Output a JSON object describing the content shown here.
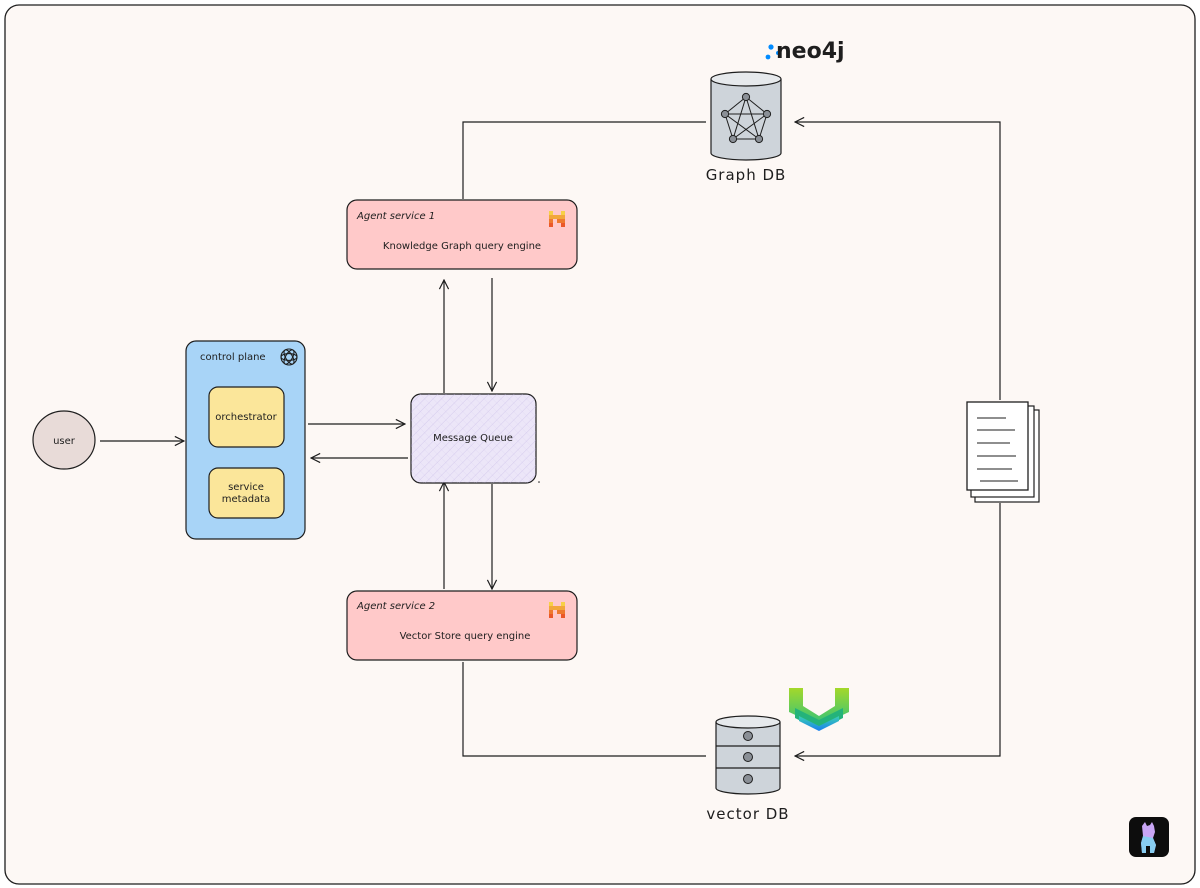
{
  "labels": {
    "user": "user",
    "control_plane": "control plane",
    "orchestrator": "orchestrator",
    "service_metadata_line1": "service",
    "service_metadata_line2": "metadata",
    "message_queue": "Message Queue",
    "agent1_title": "Agent service 1",
    "agent1_subtitle": "Knowledge Graph query engine",
    "agent2_title": "Agent service 2",
    "agent2_subtitle": "Vector Store query engine",
    "graph_db": "Graph DB",
    "vector_db": "vector DB",
    "neo4j": "neo4j"
  },
  "icons": {
    "control_plane_logo": "openai-icon",
    "agent_logo": "mistral-icon",
    "graph_logo": "neo4j-logo",
    "vector_logo": "weaviate-logo",
    "corner_logo": "llama-icon",
    "documents": "documents-icon"
  },
  "colors": {
    "canvas": "#fdf8f5",
    "user_fill": "#e8dbd8",
    "control_plane_fill": "#a8d4f7",
    "inner_box_fill": "#fbe69a",
    "agent_fill": "#ffc9c9",
    "queue_fill": "#ece6f8",
    "db_fill": "#ced4da",
    "neo4j_blue": "#018bff"
  }
}
